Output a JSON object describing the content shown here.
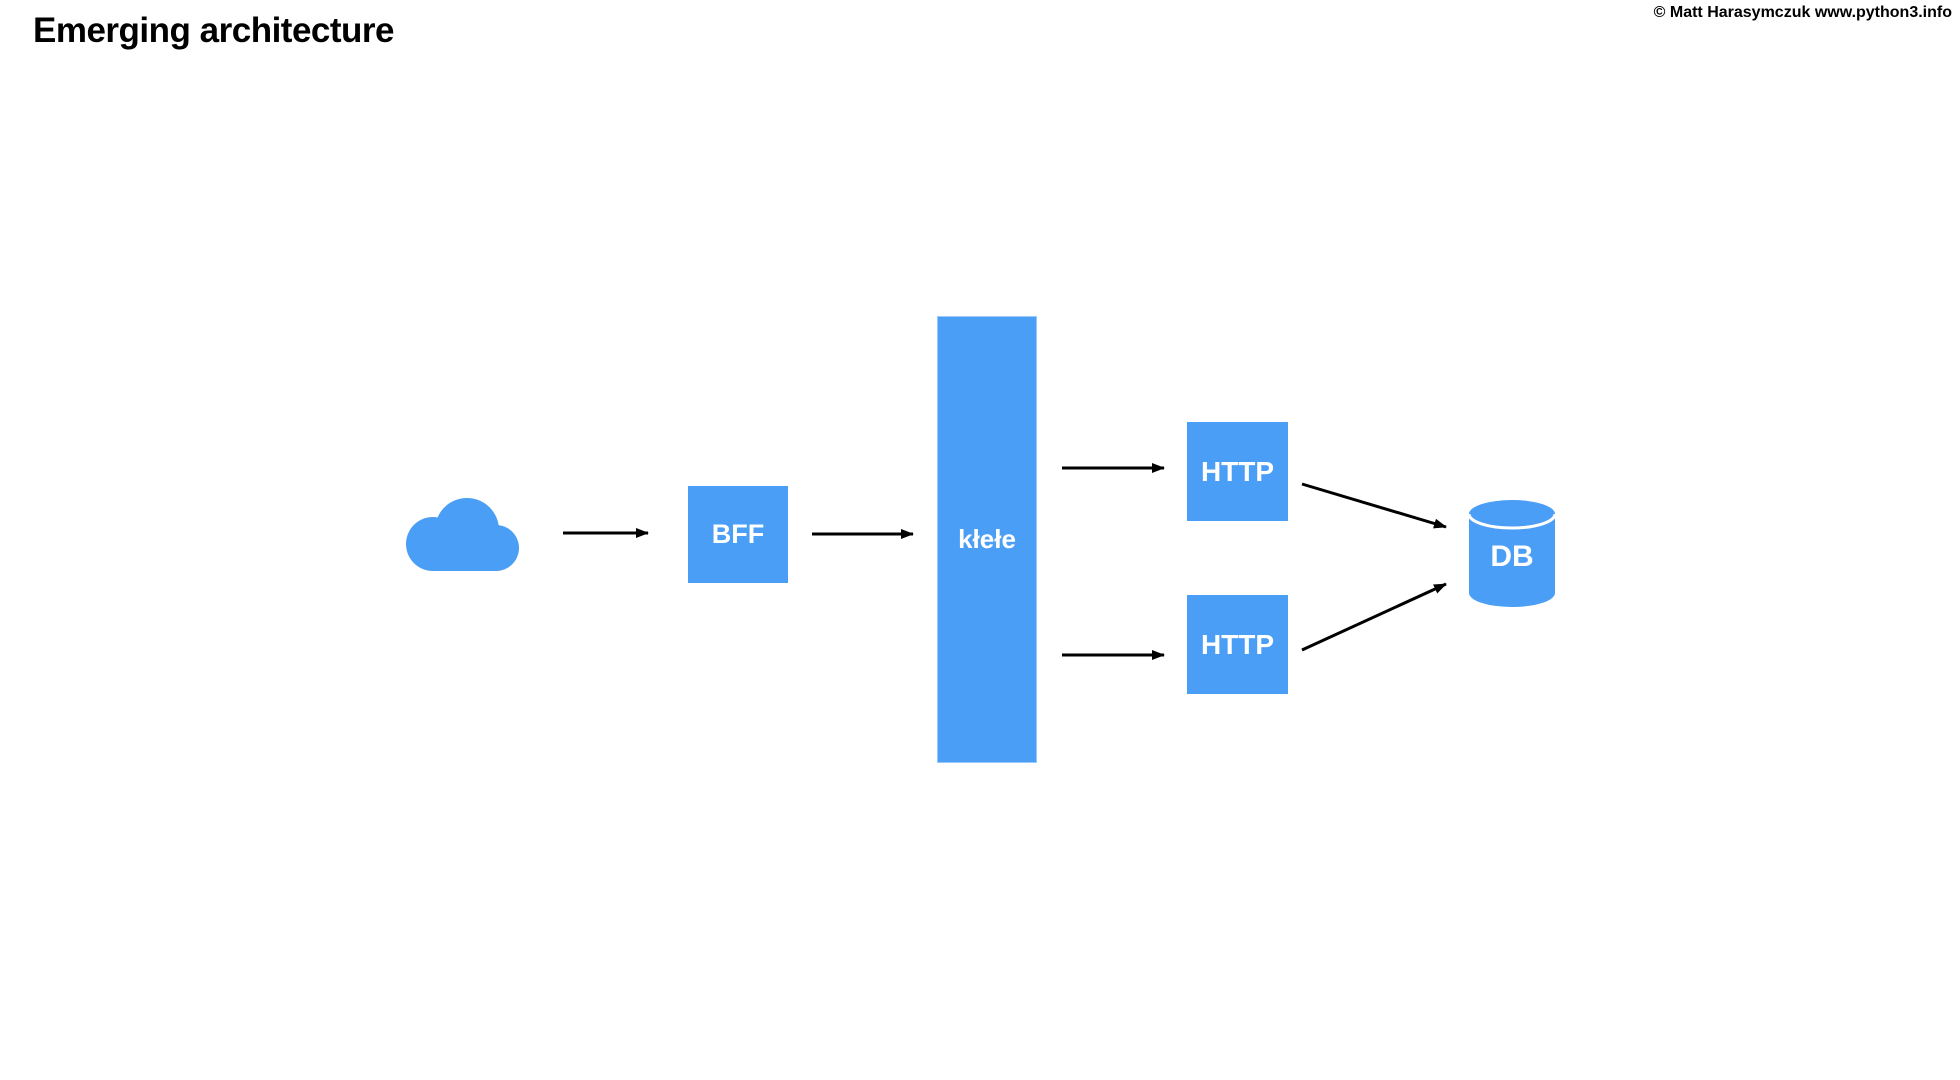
{
  "page": {
    "title": "Emerging architecture",
    "copyright": "© Matt Harasymczuk www.python3.info"
  },
  "colors": {
    "background": "#ffffff",
    "accent": "#4a9ef5",
    "arrow": "#000000",
    "node_text": "#ffffff"
  },
  "diagram": {
    "nodes": [
      {
        "id": "cloud",
        "type": "cloud-icon",
        "label": ""
      },
      {
        "id": "bff",
        "type": "box",
        "label": "BFF"
      },
      {
        "id": "klele",
        "type": "tall-box",
        "label": "kłełe"
      },
      {
        "id": "http-top",
        "type": "box",
        "label": "HTTP"
      },
      {
        "id": "http-bottom",
        "type": "box",
        "label": "HTTP"
      },
      {
        "id": "db",
        "type": "cylinder",
        "label": "DB"
      }
    ],
    "edges": [
      {
        "from": "cloud",
        "to": "bff"
      },
      {
        "from": "bff",
        "to": "klele"
      },
      {
        "from": "klele",
        "to": "http-top"
      },
      {
        "from": "klele",
        "to": "http-bottom"
      },
      {
        "from": "http-top",
        "to": "db"
      },
      {
        "from": "http-bottom",
        "to": "db"
      }
    ]
  }
}
